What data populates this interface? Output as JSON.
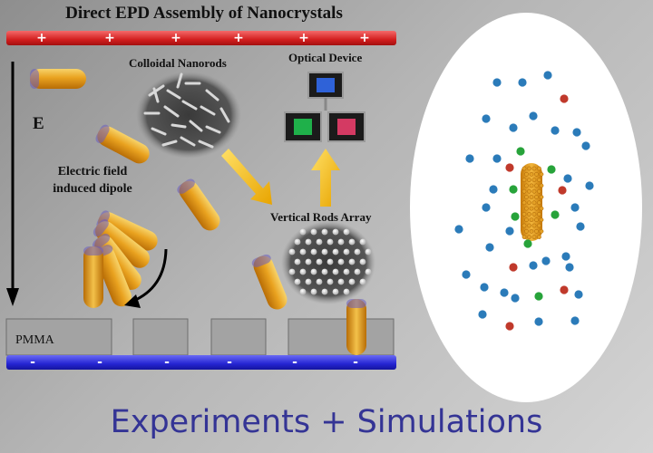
{
  "title": "Direct EPD Assembly of Nanocrystals",
  "electrode_top_signs": [
    "+",
    "+",
    "+",
    "+",
    "+",
    "+"
  ],
  "electrode_bottom_signs": [
    "-",
    "-",
    "-",
    "-",
    "-",
    "-"
  ],
  "labels": {
    "field": "E",
    "dipole_line1": "Electric field",
    "dipole_line2": "induced dipole",
    "nanorods": "Colloidal Nanorods",
    "optical": "Optical Device",
    "array": "Vertical Rods Array",
    "pmma": "PMMA"
  },
  "subtitle": "Experiments + Simulations",
  "colors": {
    "electrode_positive": "#d31f1f",
    "electrode_negative": "#2525d3",
    "rod_gold": "#e8a020",
    "ion_blue": "#2b7bb9",
    "ion_red": "#c0392b",
    "ion_green": "#27a33a",
    "arrow_yellow": "#f2b705",
    "subtitle": "#343495"
  }
}
